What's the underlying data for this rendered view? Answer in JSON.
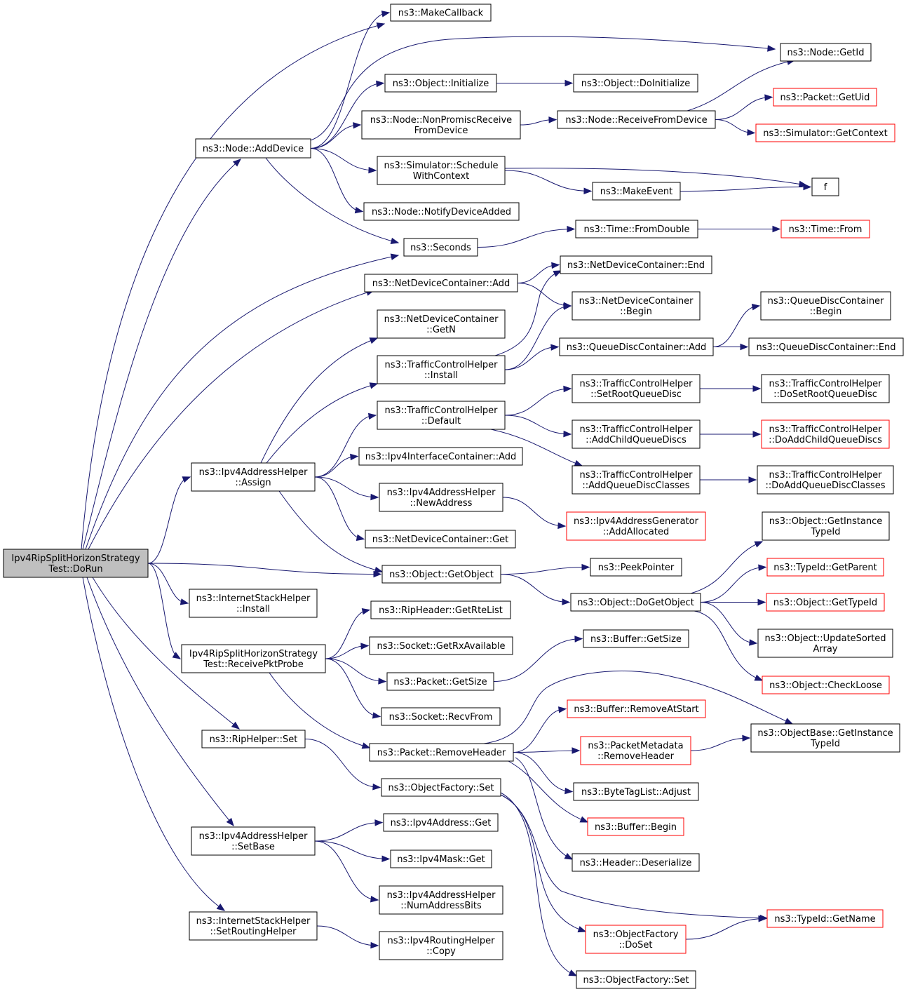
{
  "colors": {
    "edge": "#191970",
    "root_fill": "#bfbfbf",
    "normal_border": "#000000",
    "truncated_border": "#ff0000",
    "node_fill": "#ffffff"
  },
  "nodes": {
    "root": {
      "lines": [
        "Ipv4RipSplitHorizonStrategy",
        "Test::DoRun"
      ],
      "style": "root"
    },
    "makecallback": {
      "lines": [
        "ns3::MakeCallback"
      ],
      "style": "normal"
    },
    "nodeadddevice": {
      "lines": [
        "ns3::Node::AddDevice"
      ],
      "style": "normal"
    },
    "nodegetid": {
      "lines": [
        "ns3::Node::GetId"
      ],
      "style": "normal"
    },
    "objinitialize": {
      "lines": [
        "ns3::Object::Initialize"
      ],
      "style": "normal"
    },
    "objdoinitialize": {
      "lines": [
        "ns3::Object::DoInitialize"
      ],
      "style": "normal"
    },
    "nonpromisc": {
      "lines": [
        "ns3::Node::NonPromiscReceive",
        "FromDevice"
      ],
      "style": "normal"
    },
    "receivefromdevice": {
      "lines": [
        "ns3::Node::ReceiveFromDevice"
      ],
      "style": "normal"
    },
    "packetgetuid": {
      "lines": [
        "ns3::Packet::GetUid"
      ],
      "style": "truncated"
    },
    "simgetcontext": {
      "lines": [
        "ns3::Simulator::GetContext"
      ],
      "style": "truncated"
    },
    "schedulewithcontext": {
      "lines": [
        "ns3::Simulator::Schedule",
        "WithContext"
      ],
      "style": "normal"
    },
    "f": {
      "lines": [
        "f"
      ],
      "style": "normal"
    },
    "makeevent": {
      "lines": [
        "ns3::MakeEvent"
      ],
      "style": "normal"
    },
    "notifydeviceadded": {
      "lines": [
        "ns3::Node::NotifyDeviceAdded"
      ],
      "style": "normal"
    },
    "seconds": {
      "lines": [
        "ns3::Seconds"
      ],
      "style": "normal"
    },
    "timefromdouble": {
      "lines": [
        "ns3::Time::FromDouble"
      ],
      "style": "normal"
    },
    "timefrom": {
      "lines": [
        "ns3::Time::From"
      ],
      "style": "truncated"
    },
    "ndcadd": {
      "lines": [
        "ns3::NetDeviceContainer::Add"
      ],
      "style": "normal"
    },
    "ndcend": {
      "lines": [
        "ns3::NetDeviceContainer::End"
      ],
      "style": "normal"
    },
    "ndcbegin": {
      "lines": [
        "ns3::NetDeviceContainer",
        "::Begin"
      ],
      "style": "normal"
    },
    "ndcgetn": {
      "lines": [
        "ns3::NetDeviceContainer",
        "::GetN"
      ],
      "style": "normal"
    },
    "qdcbegin": {
      "lines": [
        "ns3::QueueDiscContainer",
        "::Begin"
      ],
      "style": "normal"
    },
    "tchinstall": {
      "lines": [
        "ns3::TrafficControlHelper",
        "::Install"
      ],
      "style": "normal"
    },
    "qdcadd": {
      "lines": [
        "ns3::QueueDiscContainer::Add"
      ],
      "style": "normal"
    },
    "qdcend": {
      "lines": [
        "ns3::QueueDiscContainer::End"
      ],
      "style": "normal"
    },
    "tchsetroot": {
      "lines": [
        "ns3::TrafficControlHelper",
        "::SetRootQueueDisc"
      ],
      "style": "normal"
    },
    "tchdosetroot": {
      "lines": [
        "ns3::TrafficControlHelper",
        "::DoSetRootQueueDisc"
      ],
      "style": "normal"
    },
    "tchdefault": {
      "lines": [
        "ns3::TrafficControlHelper",
        "::Default"
      ],
      "style": "normal"
    },
    "tchaddchild": {
      "lines": [
        "ns3::TrafficControlHelper",
        "::AddChildQueueDiscs"
      ],
      "style": "normal"
    },
    "tchdoaddchild": {
      "lines": [
        "ns3::TrafficControlHelper",
        "::DoAddChildQueueDiscs"
      ],
      "style": "truncated"
    },
    "iicadd": {
      "lines": [
        "ns3::Ipv4InterfaceContainer::Add"
      ],
      "style": "normal"
    },
    "tchaddclasses": {
      "lines": [
        "ns3::TrafficControlHelper",
        "::AddQueueDiscClasses"
      ],
      "style": "normal"
    },
    "tchdoaddclasses": {
      "lines": [
        "ns3::TrafficControlHelper",
        "::DoAddQueueDiscClasses"
      ],
      "style": "normal"
    },
    "ipv4assign": {
      "lines": [
        "ns3::Ipv4AddressHelper",
        "::Assign"
      ],
      "style": "normal"
    },
    "ipv4newaddress": {
      "lines": [
        "ns3::Ipv4AddressHelper",
        "::NewAddress"
      ],
      "style": "normal"
    },
    "addallocated": {
      "lines": [
        "ns3::Ipv4AddressGenerator",
        "::AddAllocated"
      ],
      "style": "truncated"
    },
    "ndcget": {
      "lines": [
        "ns3::NetDeviceContainer::Get"
      ],
      "style": "normal"
    },
    "objgetinstancetypeid": {
      "lines": [
        "ns3::Object::GetInstance",
        "TypeId"
      ],
      "style": "normal"
    },
    "typeidgetparent": {
      "lines": [
        "ns3::TypeId::GetParent"
      ],
      "style": "truncated"
    },
    "objgetobject": {
      "lines": [
        "ns3::Object::GetObject"
      ],
      "style": "normal"
    },
    "peekpointer": {
      "lines": [
        "ns3::PeekPointer"
      ],
      "style": "normal"
    },
    "objdogetobject": {
      "lines": [
        "ns3::Object::DoGetObject"
      ],
      "style": "normal"
    },
    "objgettypeid": {
      "lines": [
        "ns3::Object::GetTypeId"
      ],
      "style": "truncated"
    },
    "ishinstall": {
      "lines": [
        "ns3::InternetStackHelper",
        "::Install"
      ],
      "style": "normal"
    },
    "ripgetrtelist": {
      "lines": [
        "ns3::RipHeader::GetRteList"
      ],
      "style": "normal"
    },
    "objupdatesorted": {
      "lines": [
        "ns3::Object::UpdateSorted",
        "Array"
      ],
      "style": "normal"
    },
    "buffergetsize": {
      "lines": [
        "ns3::Buffer::GetSize"
      ],
      "style": "normal"
    },
    "socketgetrx": {
      "lines": [
        "ns3::Socket::GetRxAvailable"
      ],
      "style": "normal"
    },
    "receivepktprobe": {
      "lines": [
        "Ipv4RipSplitHorizonStrategy",
        "Test::ReceivePktProbe"
      ],
      "style": "normal"
    },
    "packetgetsize": {
      "lines": [
        "ns3::Packet::GetSize"
      ],
      "style": "normal"
    },
    "objcheckloose": {
      "lines": [
        "ns3::Object::CheckLoose"
      ],
      "style": "truncated"
    },
    "socketrecvfrom": {
      "lines": [
        "ns3::Socket::RecvFrom"
      ],
      "style": "normal"
    },
    "bufferremoveatstart": {
      "lines": [
        "ns3::Buffer::RemoveAtStart"
      ],
      "style": "truncated"
    },
    "objbasegetinstance": {
      "lines": [
        "ns3::ObjectBase::GetInstance",
        "TypeId"
      ],
      "style": "normal"
    },
    "riphelperset": {
      "lines": [
        "ns3::RipHelper::Set"
      ],
      "style": "normal"
    },
    "pktmetaremoveheader": {
      "lines": [
        "ns3::PacketMetadata",
        "::RemoveHeader"
      ],
      "style": "truncated"
    },
    "packetremoveheader": {
      "lines": [
        "ns3::Packet::RemoveHeader"
      ],
      "style": "normal"
    },
    "objfactoryset1": {
      "lines": [
        "ns3::ObjectFactory::Set"
      ],
      "style": "normal"
    },
    "bytetaglistadjust": {
      "lines": [
        "ns3::ByteTagList::Adjust"
      ],
      "style": "normal"
    },
    "ipv4addressget": {
      "lines": [
        "ns3::Ipv4Address::Get"
      ],
      "style": "normal"
    },
    "bufferbegin": {
      "lines": [
        "ns3::Buffer::Begin"
      ],
      "style": "truncated"
    },
    "ipv4setbase": {
      "lines": [
        "ns3::Ipv4AddressHelper",
        "::SetBase"
      ],
      "style": "normal"
    },
    "ipv4maskget": {
      "lines": [
        "ns3::Ipv4Mask::Get"
      ],
      "style": "normal"
    },
    "headerdeserialize": {
      "lines": [
        "ns3::Header::Deserialize"
      ],
      "style": "normal"
    },
    "numaddressbits": {
      "lines": [
        "ns3::Ipv4AddressHelper",
        "::NumAddressBits"
      ],
      "style": "normal"
    },
    "typeidgetname": {
      "lines": [
        "ns3::TypeId::GetName"
      ],
      "style": "truncated"
    },
    "ishsetrouting": {
      "lines": [
        "ns3::InternetStackHelper",
        "::SetRoutingHelper"
      ],
      "style": "normal"
    },
    "objfactorydoset": {
      "lines": [
        "ns3::ObjectFactory",
        "::DoSet"
      ],
      "style": "truncated"
    },
    "ipv4routingcopy": {
      "lines": [
        "ns3::Ipv4RoutingHelper",
        "::Copy"
      ],
      "style": "normal"
    },
    "objfactoryset2": {
      "lines": [
        "ns3::ObjectFactory::Set"
      ],
      "style": "normal"
    }
  },
  "edges": [
    [
      "root",
      "makecallback"
    ],
    [
      "root",
      "nodeadddevice"
    ],
    [
      "root",
      "seconds"
    ],
    [
      "root",
      "ndcadd"
    ],
    [
      "root",
      "ipv4assign"
    ],
    [
      "root",
      "objgetobject"
    ],
    [
      "root",
      "ishinstall"
    ],
    [
      "root",
      "receivepktprobe"
    ],
    [
      "root",
      "riphelperset"
    ],
    [
      "root",
      "ipv4setbase"
    ],
    [
      "root",
      "ishsetrouting"
    ],
    [
      "nodeadddevice",
      "makecallback"
    ],
    [
      "nodeadddevice",
      "nodegetid"
    ],
    [
      "nodeadddevice",
      "objinitialize"
    ],
    [
      "nodeadddevice",
      "nonpromisc"
    ],
    [
      "nodeadddevice",
      "schedulewithcontext"
    ],
    [
      "nodeadddevice",
      "notifydeviceadded"
    ],
    [
      "nodeadddevice",
      "seconds"
    ],
    [
      "objinitialize",
      "objdoinitialize"
    ],
    [
      "nonpromisc",
      "receivefromdevice"
    ],
    [
      "receivefromdevice",
      "nodegetid"
    ],
    [
      "receivefromdevice",
      "packetgetuid"
    ],
    [
      "receivefromdevice",
      "simgetcontext"
    ],
    [
      "schedulewithcontext",
      "f"
    ],
    [
      "schedulewithcontext",
      "makeevent"
    ],
    [
      "makeevent",
      "f"
    ],
    [
      "seconds",
      "timefromdouble"
    ],
    [
      "timefromdouble",
      "timefrom"
    ],
    [
      "ndcadd",
      "ndcend"
    ],
    [
      "ndcadd",
      "ndcbegin"
    ],
    [
      "ipv4assign",
      "ndcgetn"
    ],
    [
      "ipv4assign",
      "tchinstall"
    ],
    [
      "ipv4assign",
      "tchdefault"
    ],
    [
      "ipv4assign",
      "iicadd"
    ],
    [
      "ipv4assign",
      "ipv4newaddress"
    ],
    [
      "ipv4assign",
      "ndcget"
    ],
    [
      "ipv4assign",
      "objgetobject"
    ],
    [
      "tchinstall",
      "ndcend"
    ],
    [
      "tchinstall",
      "ndcbegin"
    ],
    [
      "tchinstall",
      "qdcadd"
    ],
    [
      "qdcadd",
      "qdcbegin"
    ],
    [
      "qdcadd",
      "qdcend"
    ],
    [
      "tchdefault",
      "tchsetroot"
    ],
    [
      "tchdefault",
      "tchaddchild"
    ],
    [
      "tchdefault",
      "tchaddclasses"
    ],
    [
      "tchsetroot",
      "tchdosetroot"
    ],
    [
      "tchaddchild",
      "tchdoaddchild"
    ],
    [
      "tchaddclasses",
      "tchdoaddclasses"
    ],
    [
      "ipv4newaddress",
      "addallocated"
    ],
    [
      "objgetobject",
      "peekpointer"
    ],
    [
      "objgetobject",
      "objdogetobject"
    ],
    [
      "objdogetobject",
      "objgetinstancetypeid"
    ],
    [
      "objdogetobject",
      "typeidgetparent"
    ],
    [
      "objdogetobject",
      "objgettypeid"
    ],
    [
      "objdogetobject",
      "objupdatesorted"
    ],
    [
      "objdogetobject",
      "objcheckloose"
    ],
    [
      "receivepktprobe",
      "ripgetrtelist"
    ],
    [
      "receivepktprobe",
      "socketgetrx"
    ],
    [
      "receivepktprobe",
      "packetgetsize"
    ],
    [
      "receivepktprobe",
      "socketrecvfrom"
    ],
    [
      "receivepktprobe",
      "packetremoveheader"
    ],
    [
      "packetgetsize",
      "buffergetsize"
    ],
    [
      "packetremoveheader",
      "bufferremoveatstart"
    ],
    [
      "packetremoveheader",
      "objbasegetinstance"
    ],
    [
      "packetremoveheader",
      "pktmetaremoveheader"
    ],
    [
      "packetremoveheader",
      "bytetaglistadjust"
    ],
    [
      "packetremoveheader",
      "bufferbegin"
    ],
    [
      "packetremoveheader",
      "headerdeserialize"
    ],
    [
      "pktmetaremoveheader",
      "objbasegetinstance"
    ],
    [
      "riphelperset",
      "objfactoryset1"
    ],
    [
      "objfactoryset1",
      "typeidgetname"
    ],
    [
      "objfactoryset1",
      "objfactorydoset"
    ],
    [
      "objfactoryset1",
      "objfactoryset2"
    ],
    [
      "objfactorydoset",
      "typeidgetname"
    ],
    [
      "ipv4setbase",
      "ipv4addressget"
    ],
    [
      "ipv4setbase",
      "ipv4maskget"
    ],
    [
      "ipv4setbase",
      "numaddressbits"
    ],
    [
      "ishsetrouting",
      "ipv4routingcopy"
    ]
  ]
}
